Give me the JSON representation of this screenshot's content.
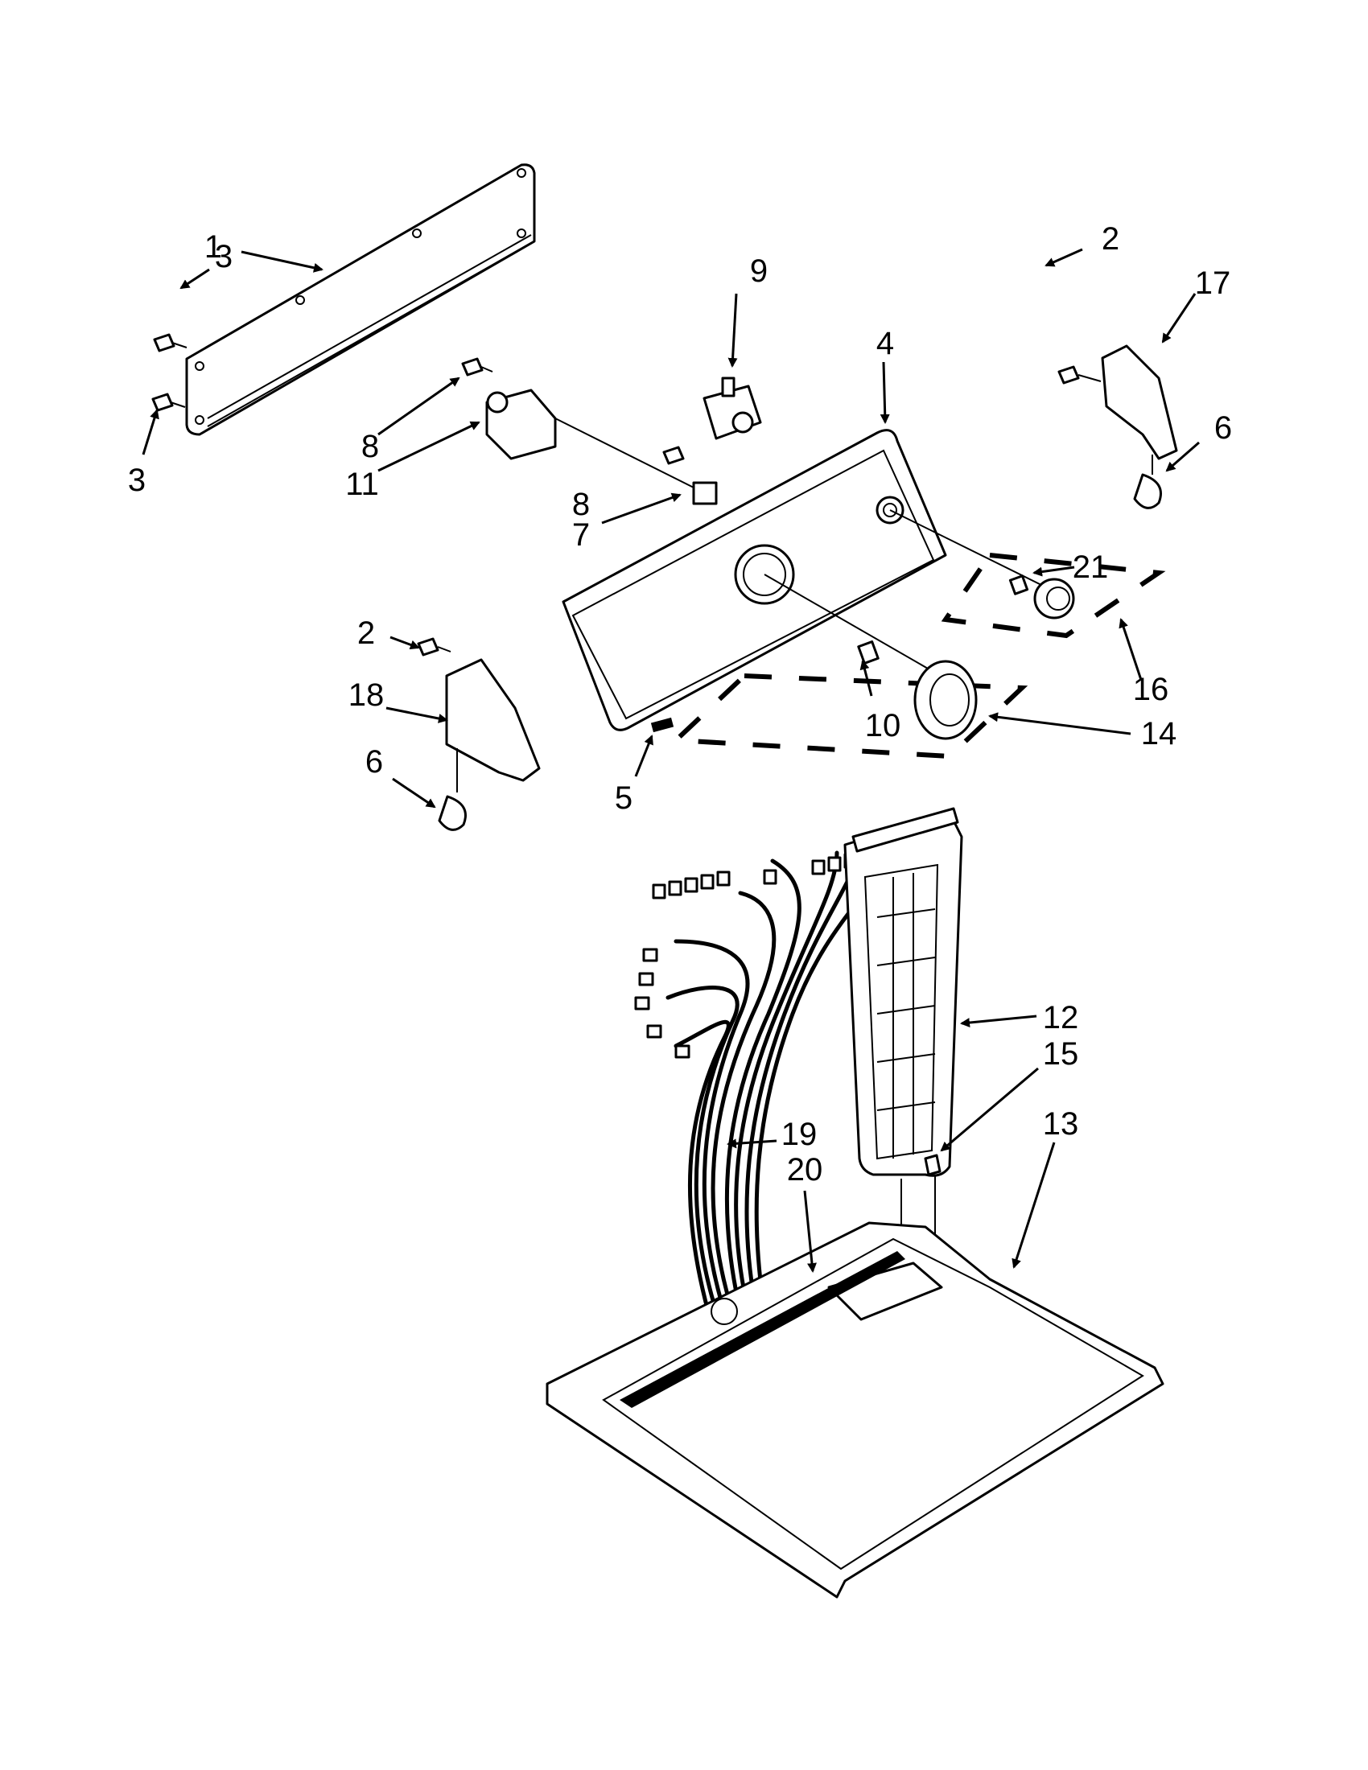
{
  "diagram": {
    "callouts": [
      {
        "id": "c1",
        "text": "1"
      },
      {
        "id": "c2a",
        "text": "2"
      },
      {
        "id": "c2b",
        "text": "2"
      },
      {
        "id": "c3a",
        "text": "3"
      },
      {
        "id": "c3b",
        "text": "3"
      },
      {
        "id": "c4",
        "text": "4"
      },
      {
        "id": "c5",
        "text": "5"
      },
      {
        "id": "c6a",
        "text": "6"
      },
      {
        "id": "c6b",
        "text": "6"
      },
      {
        "id": "c7",
        "text": "7"
      },
      {
        "id": "c8a",
        "text": "8"
      },
      {
        "id": "c8b",
        "text": "8"
      },
      {
        "id": "c9",
        "text": "9"
      },
      {
        "id": "c10",
        "text": "10"
      },
      {
        "id": "c11",
        "text": "11"
      },
      {
        "id": "c12",
        "text": "12"
      },
      {
        "id": "c13",
        "text": "13"
      },
      {
        "id": "c14",
        "text": "14"
      },
      {
        "id": "c15",
        "text": "15"
      },
      {
        "id": "c16",
        "text": "16"
      },
      {
        "id": "c17",
        "text": "17"
      },
      {
        "id": "c18",
        "text": "18"
      },
      {
        "id": "c19",
        "text": "19"
      },
      {
        "id": "c20",
        "text": "20"
      },
      {
        "id": "c21",
        "text": "21"
      }
    ]
  }
}
